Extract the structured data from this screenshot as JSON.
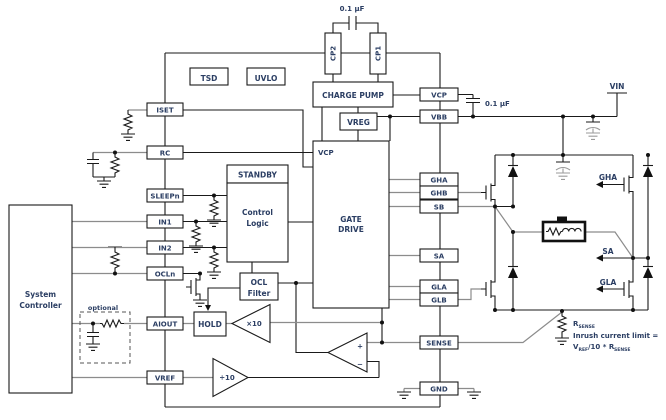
{
  "pins": {
    "left": [
      "ISET",
      "RC",
      "SLEEPn",
      "IN1",
      "IN2",
      "OCLn",
      "AIOUT",
      "VREF"
    ],
    "right": [
      "VCP",
      "VBB",
      "GHA",
      "GHB",
      "SB",
      "SA",
      "GLA",
      "GLB",
      "SENSE",
      "GND"
    ],
    "top": [
      "CP2",
      "CP1"
    ]
  },
  "blocks": {
    "tsd": "TSD",
    "uvlo": "UVLO",
    "charge_pump": "CHARGE PUMP",
    "vreg": "VREG",
    "gate_drive_vcp": "VCP",
    "gate_drive_1": "GATE",
    "gate_drive_2": "DRIVE",
    "standby": "STANDBY",
    "control_1": "Control",
    "control_2": "Logic",
    "ocl_1": "OCL",
    "ocl_2": "Filter",
    "hold": "HOLD",
    "sys_1": "System",
    "sys_2": "Controller"
  },
  "amps": {
    "x10": "×10",
    "div10": "÷10",
    "plus": "+",
    "minus": "−"
  },
  "labels": {
    "cap_top": "0.1 μF",
    "cap_vcp": "0.1 μF",
    "vin": "VIN",
    "net_gha": "GHA",
    "net_sa": "SA",
    "net_gla": "GLA",
    "optional": "optional"
  },
  "formula": {
    "r": "R",
    "r_sub": "SENSE",
    "line1": "Inrush current limit =",
    "v": "V",
    "v_sub": "REF",
    "mid": "/10 * R",
    "r2_sub": "SENSE"
  },
  "colors": {
    "text": "#2b3e63",
    "wire_gray": "#8c8c8c",
    "line": "#1a1a1a",
    "background": "#ffffff"
  }
}
